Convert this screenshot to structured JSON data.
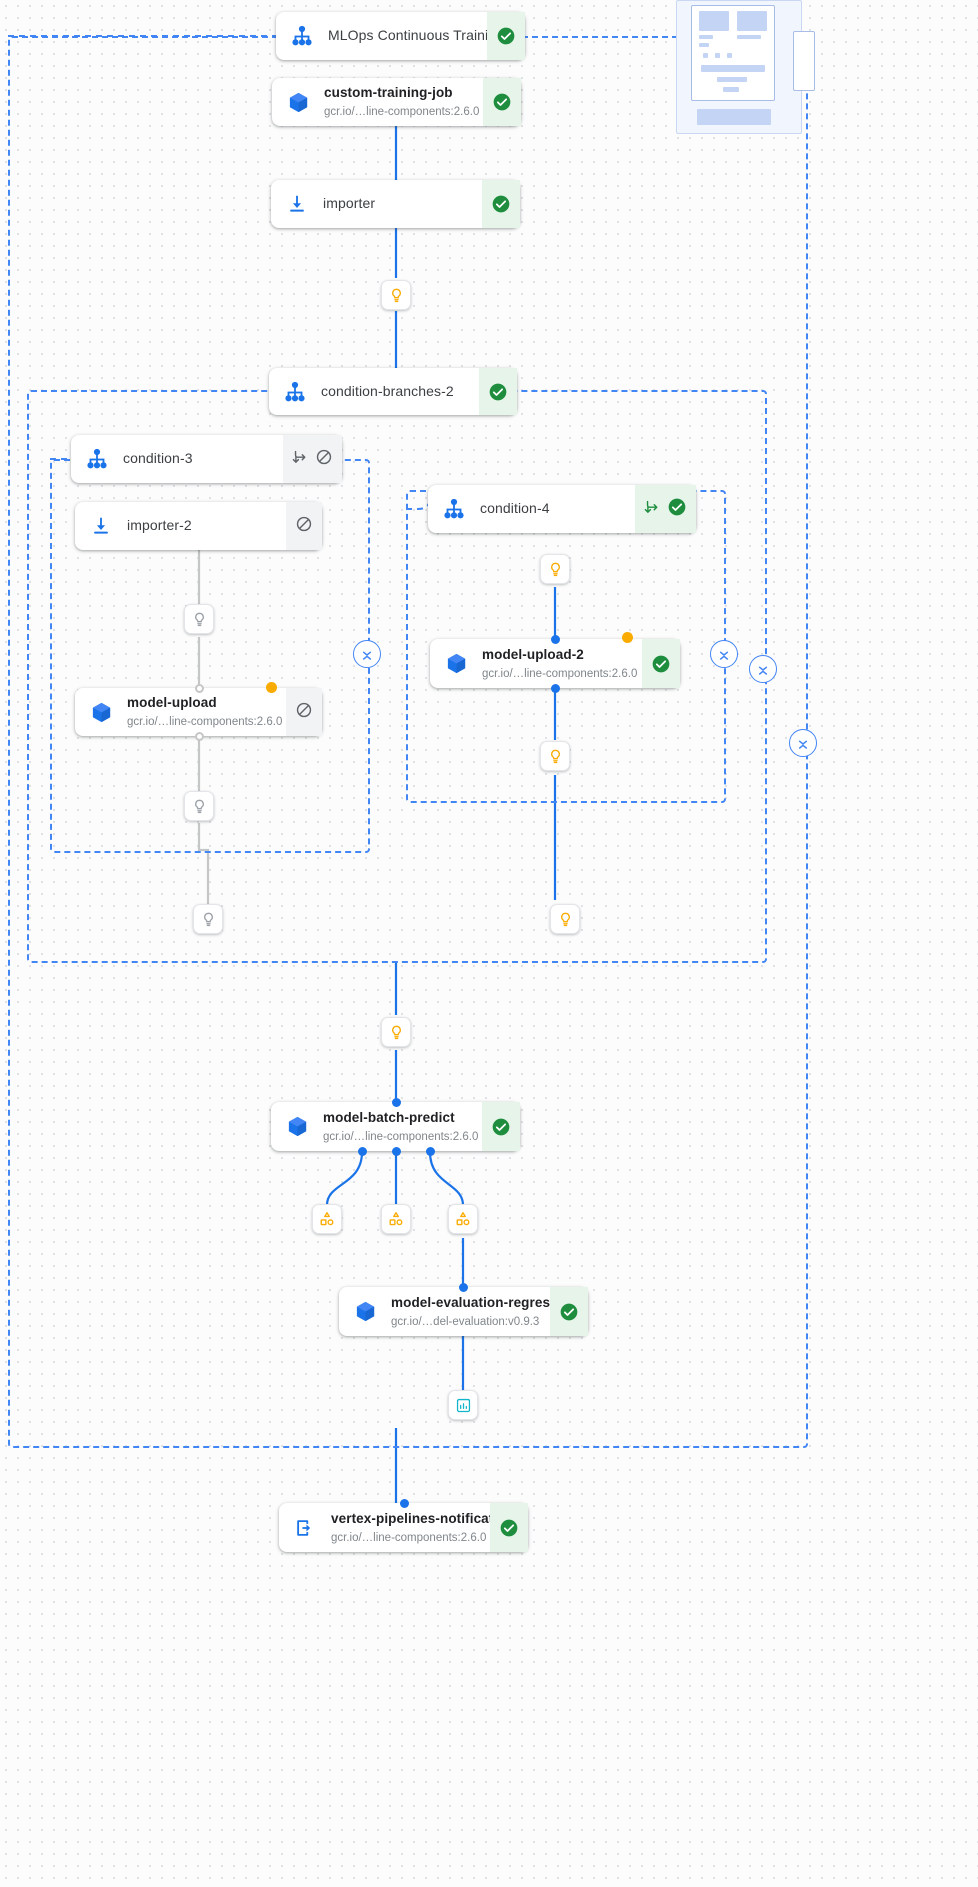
{
  "canvas": {
    "background": "#fcfcfc",
    "grid_dot_color": "#dadce0",
    "accent": "#4285f4",
    "success": "#34a853",
    "success_bg": "#e6f4ea",
    "skipped_bg": "#f1f3f4",
    "artifact_amber": "#f9ab00",
    "edge_blue": "#1a73e8",
    "edge_grey": "#c4c7c5"
  },
  "nodes": {
    "root": {
      "title": "MLOps Continuous Traini…",
      "subtitle": "",
      "icon": "dag-root-icon",
      "status": "succeeded",
      "status_icon": "check-circle-icon"
    },
    "custom_training_job": {
      "title": "custom-training-job",
      "subtitle": "gcr.io/…line-components:2.6.0",
      "icon": "container-box-icon",
      "status": "succeeded",
      "status_icon": "check-circle-icon"
    },
    "importer": {
      "title": "importer",
      "subtitle": "",
      "icon": "import-download-icon",
      "status": "succeeded",
      "status_icon": "check-circle-icon"
    },
    "condition_branches_2": {
      "title": "condition-branches-2",
      "subtitle": "",
      "icon": "dag-root-icon",
      "status": "succeeded",
      "status_icon": "check-circle-icon"
    },
    "condition_3": {
      "title": "condition-3",
      "subtitle": "",
      "icon": "dag-root-icon",
      "status": "skipped",
      "status_icon": "skipped-circle-slash-icon",
      "extra_icon": "branch-arrow-icon"
    },
    "importer_2": {
      "title": "importer-2",
      "subtitle": "",
      "icon": "import-download-icon",
      "status": "skipped",
      "status_icon": "skipped-circle-slash-icon"
    },
    "model_upload": {
      "title": "model-upload",
      "subtitle": "gcr.io/…line-components:2.6.0",
      "icon": "container-box-icon",
      "status": "skipped",
      "status_icon": "skipped-circle-slash-icon"
    },
    "condition_4": {
      "title": "condition-4",
      "subtitle": "",
      "icon": "dag-root-icon",
      "status": "succeeded",
      "status_icon": "check-circle-icon",
      "extra_icon": "branch-arrow-icon"
    },
    "model_upload_2": {
      "title": "model-upload-2",
      "subtitle": "gcr.io/…line-components:2.6.0",
      "icon": "container-box-icon",
      "status": "succeeded",
      "status_icon": "check-circle-icon"
    },
    "model_batch_predict": {
      "title": "model-batch-predict",
      "subtitle": "gcr.io/…line-components:2.6.0",
      "icon": "container-box-icon",
      "status": "succeeded",
      "status_icon": "check-circle-icon"
    },
    "model_evaluation": {
      "title": "model-evaluation-regres…",
      "subtitle": "gcr.io/…del-evaluation:v0.9.3",
      "icon": "container-box-icon",
      "status": "succeeded",
      "status_icon": "check-circle-icon"
    },
    "notification": {
      "title": "vertex-pipelines-notificat…",
      "subtitle": "gcr.io/…line-components:2.6.0",
      "icon": "exit-arrow-icon",
      "status": "succeeded",
      "status_icon": "check-circle-icon"
    }
  },
  "artifacts": [
    {
      "id": "artifact-importer-out",
      "icon": "model-bulb-icon",
      "state": "active"
    },
    {
      "id": "artifact-importer2-out",
      "icon": "model-bulb-icon",
      "state": "skipped"
    },
    {
      "id": "artifact-model-upload-out",
      "icon": "model-bulb-icon",
      "state": "skipped"
    },
    {
      "id": "artifact-cond3-out",
      "icon": "model-bulb-icon",
      "state": "skipped"
    },
    {
      "id": "artifact-cond4-in",
      "icon": "model-bulb-icon",
      "state": "active"
    },
    {
      "id": "artifact-upload2-out",
      "icon": "model-bulb-icon",
      "state": "active"
    },
    {
      "id": "artifact-cond4-out",
      "icon": "model-bulb-icon",
      "state": "active"
    },
    {
      "id": "artifact-branches-out",
      "icon": "model-bulb-icon",
      "state": "active"
    },
    {
      "id": "artifact-batch-pred-1",
      "icon": "dataset-shapes-icon",
      "state": "active"
    },
    {
      "id": "artifact-batch-pred-2",
      "icon": "dataset-shapes-icon",
      "state": "active"
    },
    {
      "id": "artifact-batch-pred-3",
      "icon": "dataset-shapes-icon",
      "state": "active"
    },
    {
      "id": "artifact-metrics",
      "icon": "metrics-chart-icon",
      "state": "active"
    }
  ],
  "collapse_controls": [
    {
      "id": "collapse-condition-3"
    },
    {
      "id": "collapse-condition-4"
    },
    {
      "id": "collapse-condition-branches-2"
    },
    {
      "id": "collapse-root-dag"
    }
  ],
  "minimap": {
    "label": "minimap",
    "visible": true
  }
}
